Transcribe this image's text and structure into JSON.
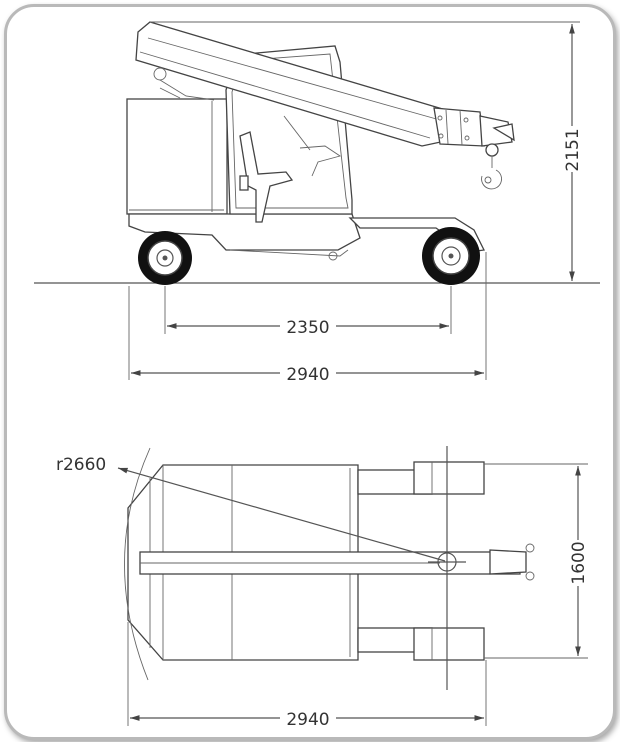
{
  "dimensions": {
    "height": "2151",
    "wheelbase": "2350",
    "length_side": "2940",
    "radius": "r2660",
    "width": "1600",
    "length_top": "2940"
  }
}
